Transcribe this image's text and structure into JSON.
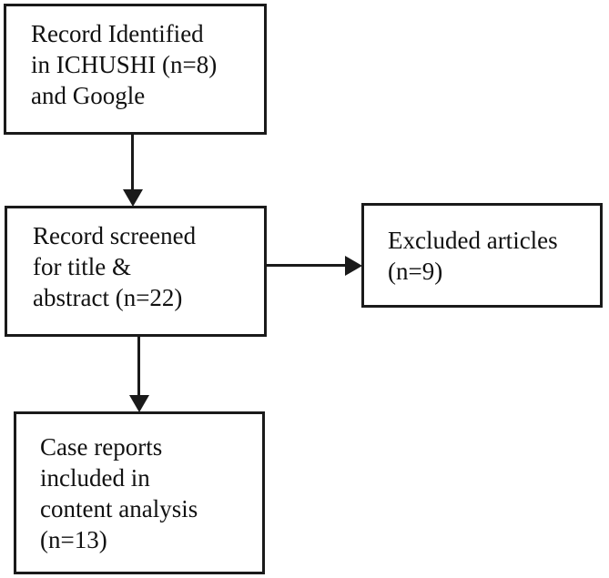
{
  "diagram": {
    "type": "flowchart",
    "description": "Literature selection flow diagram",
    "colors": {
      "border": "#1a1a1a",
      "text": "#111111",
      "background": "#ffffff"
    },
    "boxes": {
      "identified": {
        "lines": [
          "Record Identified",
          "in ICHUSHI (n=8)",
          "and Google"
        ],
        "count": 8
      },
      "screened": {
        "lines": [
          "Record screened",
          "for title &",
          "abstract (n=22)"
        ],
        "count": 22
      },
      "excluded": {
        "lines": [
          "Excluded articles",
          "(n=9)"
        ],
        "count": 9
      },
      "included": {
        "lines": [
          "Case reports",
          "included in",
          "content analysis",
          "(n=13)"
        ],
        "count": 13
      }
    },
    "arrows": [
      {
        "from": "identified",
        "to": "screened",
        "direction": "down"
      },
      {
        "from": "screened",
        "to": "included",
        "direction": "down"
      },
      {
        "from": "screened",
        "to": "excluded",
        "direction": "right"
      }
    ]
  }
}
